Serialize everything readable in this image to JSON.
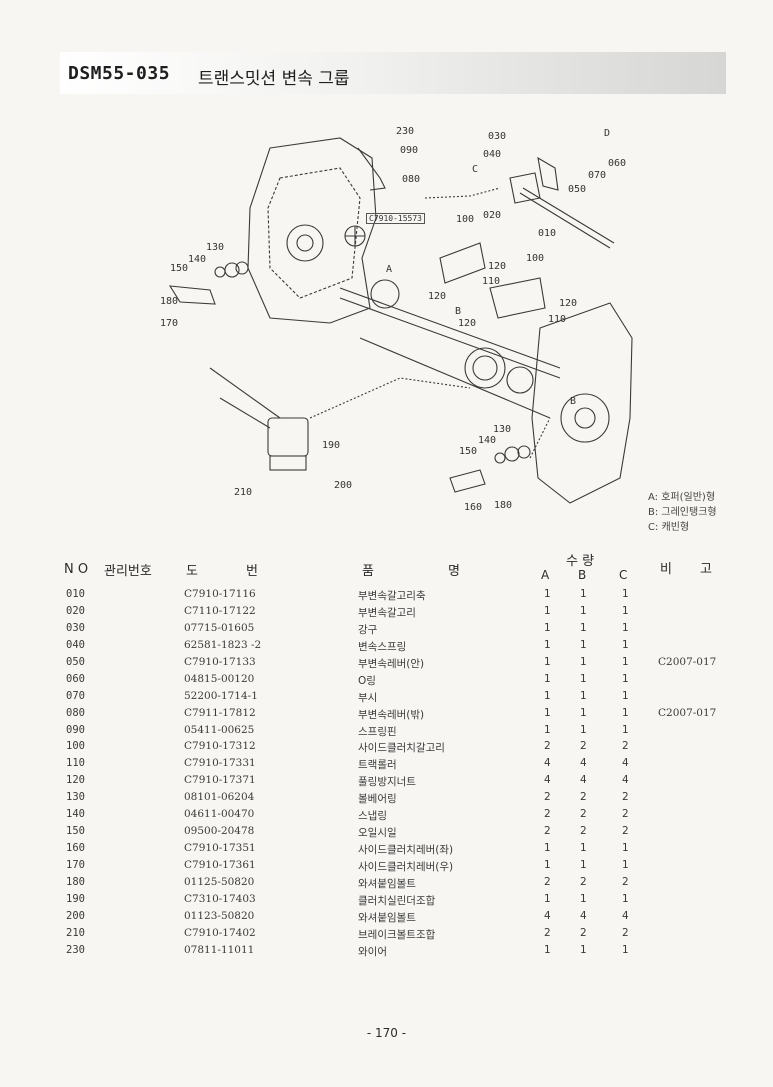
{
  "header": {
    "code": "DSM55-035",
    "title": "트랜스밋션 변속 그룹"
  },
  "diagram": {
    "callouts": [
      {
        "id": "c230",
        "text": "230"
      },
      {
        "id": "c090",
        "text": "090"
      },
      {
        "id": "c080",
        "text": "080"
      },
      {
        "id": "c030",
        "text": "030"
      },
      {
        "id": "c040",
        "text": "040"
      },
      {
        "id": "cC1",
        "text": "C"
      },
      {
        "id": "cD",
        "text": "D"
      },
      {
        "id": "c060",
        "text": "060"
      },
      {
        "id": "c070",
        "text": "070"
      },
      {
        "id": "c050",
        "text": "050"
      },
      {
        "id": "c020",
        "text": "020"
      },
      {
        "id": "c010",
        "text": "010"
      },
      {
        "id": "cref",
        "text": "C7910-15573"
      },
      {
        "id": "c100a",
        "text": "100"
      },
      {
        "id": "c100b",
        "text": "100"
      },
      {
        "id": "cA",
        "text": "A"
      },
      {
        "id": "c120a",
        "text": "120"
      },
      {
        "id": "c110a",
        "text": "110"
      },
      {
        "id": "c120b",
        "text": "120"
      },
      {
        "id": "cB1",
        "text": "B"
      },
      {
        "id": "c120c",
        "text": "120"
      },
      {
        "id": "c120d",
        "text": "120"
      },
      {
        "id": "c110b",
        "text": "110"
      },
      {
        "id": "c130a",
        "text": "130"
      },
      {
        "id": "c140a",
        "text": "140"
      },
      {
        "id": "c150a",
        "text": "150"
      },
      {
        "id": "c180a",
        "text": "180"
      },
      {
        "id": "c170",
        "text": "170"
      },
      {
        "id": "c190",
        "text": "190"
      },
      {
        "id": "c200",
        "text": "200"
      },
      {
        "id": "c210",
        "text": "210"
      },
      {
        "id": "cB2",
        "text": "B"
      },
      {
        "id": "c130b",
        "text": "130"
      },
      {
        "id": "c140b",
        "text": "140"
      },
      {
        "id": "c150b",
        "text": "150"
      },
      {
        "id": "c160",
        "text": "160"
      },
      {
        "id": "c180b",
        "text": "180"
      }
    ],
    "legend": [
      "A: 호퍼(일반)형",
      "B: 그레인탱크형",
      "C: 캐빈형"
    ]
  },
  "table": {
    "headers": {
      "no": "N O",
      "mgmt": "관리번호",
      "dwg1": "도",
      "dwg2": "번",
      "name1": "품",
      "name2": "명",
      "qty": "수  량",
      "qa": "A",
      "qb": "B",
      "qc": "C",
      "rem1": "비",
      "rem2": "고"
    },
    "rows": [
      {
        "no": "010",
        "dwg": "C7910-17116",
        "name": "부변속갈고리축",
        "a": "1",
        "b": "1",
        "c": "1",
        "remark": ""
      },
      {
        "no": "020",
        "dwg": "C7110-17122",
        "name": "부변속갈고리",
        "a": "1",
        "b": "1",
        "c": "1",
        "remark": ""
      },
      {
        "no": "030",
        "dwg": "07715-01605",
        "name": "강구",
        "a": "1",
        "b": "1",
        "c": "1",
        "remark": ""
      },
      {
        "no": "040",
        "dwg": "62581-1823 -2",
        "name": "변속스프링",
        "a": "1",
        "b": "1",
        "c": "1",
        "remark": ""
      },
      {
        "no": "050",
        "dwg": "C7910-17133",
        "name": "부변속레버(안)",
        "a": "1",
        "b": "1",
        "c": "1",
        "remark": "C2007-017"
      },
      {
        "no": "060",
        "dwg": "04815-00120",
        "name": "O링",
        "a": "1",
        "b": "1",
        "c": "1",
        "remark": ""
      },
      {
        "no": "070",
        "dwg": "52200-1714-1",
        "name": "부시",
        "a": "1",
        "b": "1",
        "c": "1",
        "remark": ""
      },
      {
        "no": "080",
        "dwg": "C7911-17812",
        "name": "부변속레버(밖)",
        "a": "1",
        "b": "1",
        "c": "1",
        "remark": "C2007-017"
      },
      {
        "no": "090",
        "dwg": "05411-00625",
        "name": "스프링핀",
        "a": "1",
        "b": "1",
        "c": "1",
        "remark": ""
      },
      {
        "no": "100",
        "dwg": "C7910-17312",
        "name": "사이드클러치갈고리",
        "a": "2",
        "b": "2",
        "c": "2",
        "remark": ""
      },
      {
        "no": "110",
        "dwg": "C7910-17331",
        "name": "트랙롤러",
        "a": "4",
        "b": "4",
        "c": "4",
        "remark": ""
      },
      {
        "no": "120",
        "dwg": "C7910-17371",
        "name": "풀링방지너트",
        "a": "4",
        "b": "4",
        "c": "4",
        "remark": ""
      },
      {
        "no": "130",
        "dwg": "08101-06204",
        "name": "볼베어링",
        "a": "2",
        "b": "2",
        "c": "2",
        "remark": ""
      },
      {
        "no": "140",
        "dwg": "04611-00470",
        "name": "스냅링",
        "a": "2",
        "b": "2",
        "c": "2",
        "remark": ""
      },
      {
        "no": "150",
        "dwg": "09500-20478",
        "name": "오일시일",
        "a": "2",
        "b": "2",
        "c": "2",
        "remark": ""
      },
      {
        "no": "160",
        "dwg": "C7910-17351",
        "name": "사이드클러치레버(좌)",
        "a": "1",
        "b": "1",
        "c": "1",
        "remark": ""
      },
      {
        "no": "170",
        "dwg": "C7910-17361",
        "name": "사이드클러치레버(우)",
        "a": "1",
        "b": "1",
        "c": "1",
        "remark": ""
      },
      {
        "no": "180",
        "dwg": "01125-50820",
        "name": "와셔붙임볼트",
        "a": "2",
        "b": "2",
        "c": "2",
        "remark": ""
      },
      {
        "no": "190",
        "dwg": "C7310-17403",
        "name": "클러치실린더조합",
        "a": "1",
        "b": "1",
        "c": "1",
        "remark": ""
      },
      {
        "no": "200",
        "dwg": "01123-50820",
        "name": "와셔붙임볼트",
        "a": "4",
        "b": "4",
        "c": "4",
        "remark": ""
      },
      {
        "no": "210",
        "dwg": "C7910-17402",
        "name": "브레이크볼트조합",
        "a": "2",
        "b": "2",
        "c": "2",
        "remark": ""
      },
      {
        "no": "230",
        "dwg": "07811-11011",
        "name": "와이어",
        "a": "1",
        "b": "1",
        "c": "1",
        "remark": ""
      }
    ]
  },
  "page_number": "- 170 -"
}
